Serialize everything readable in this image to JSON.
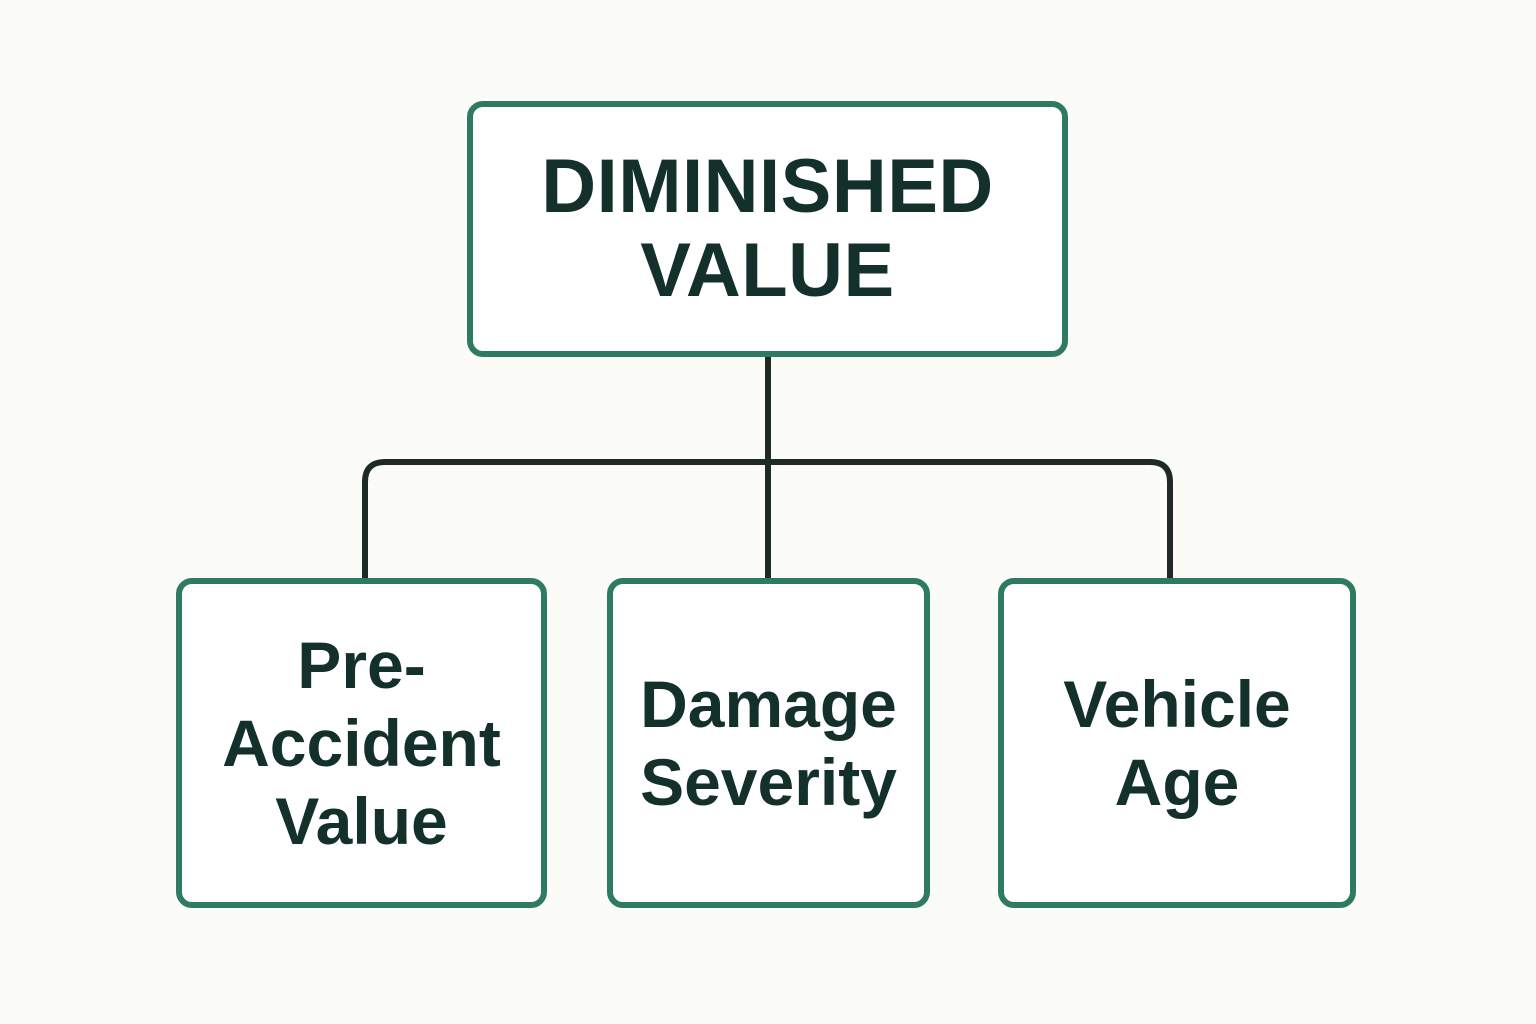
{
  "diagram": {
    "root": {
      "label": "DIMINISHED VALUE"
    },
    "children": [
      {
        "label": "Pre-Accident Value"
      },
      {
        "label": "Damage Severity"
      },
      {
        "label": "Vehicle Age"
      }
    ]
  },
  "colors": {
    "background": "#fbfbf8",
    "box_border": "#2e7a62",
    "text": "#14302a",
    "connector": "#1e2a26"
  }
}
